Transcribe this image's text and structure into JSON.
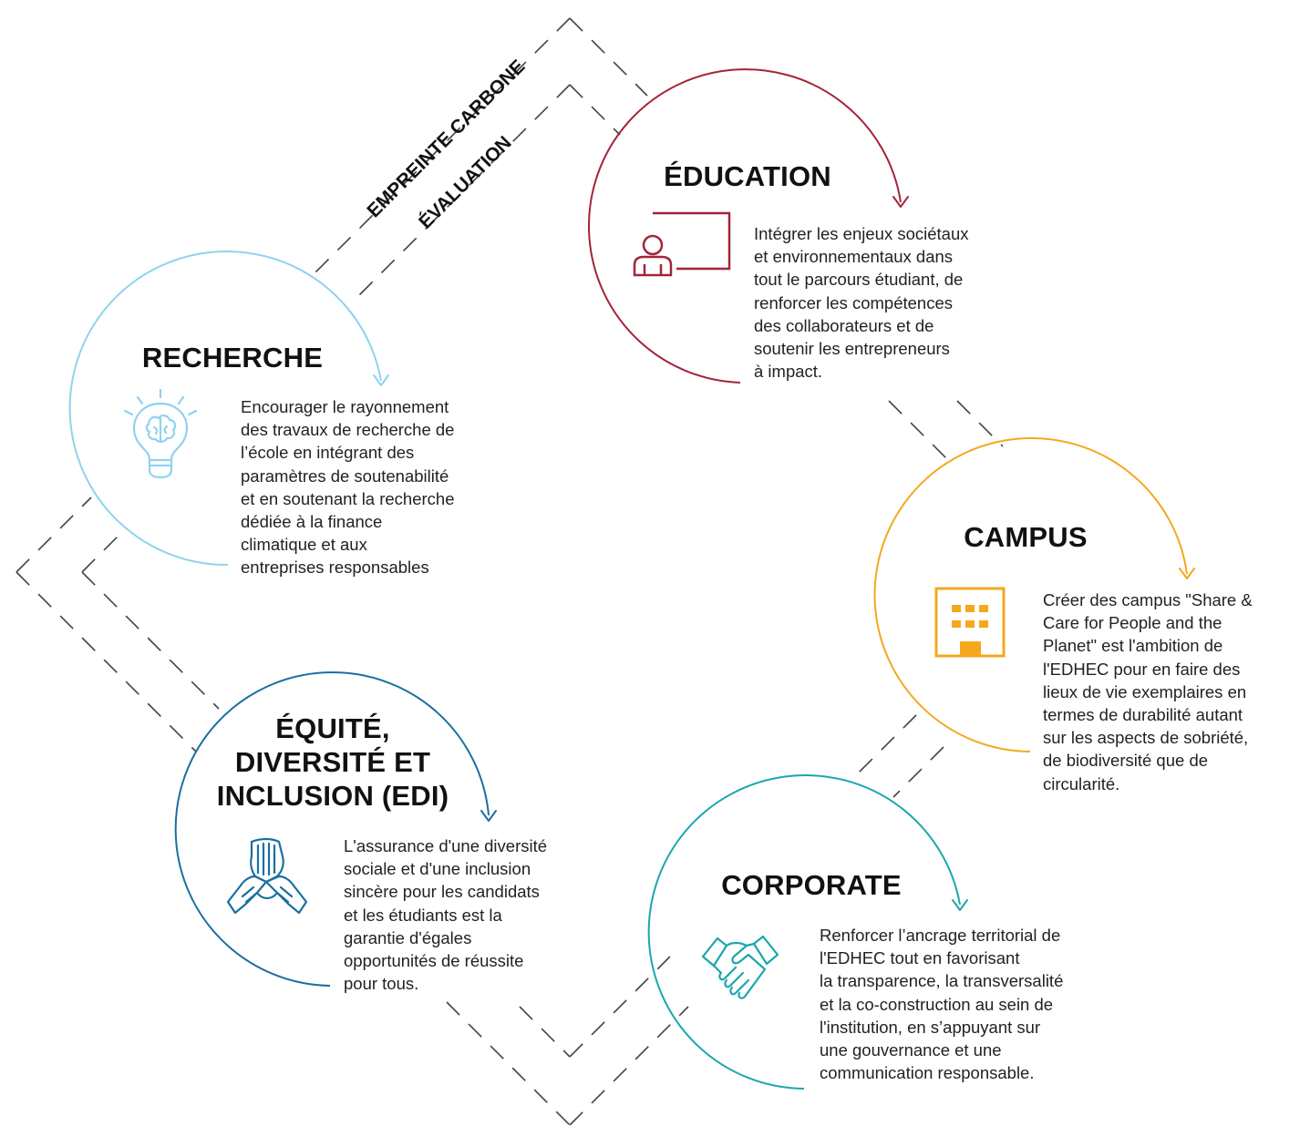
{
  "colors": {
    "education": "#a3243b",
    "recherche": "#8fd3ee",
    "campus": "#f4a81d",
    "corporate": "#1aa7ad",
    "edi": "#1a6fa0",
    "dash": "#444444"
  },
  "labels": {
    "empreinte": "EMPREINTE CARBONE",
    "evaluation": "ÉVALUATION"
  },
  "pillars": {
    "education": {
      "title": "ÉDUCATION",
      "icon": "classroom-teacher-icon",
      "lines": [
        "Intégrer les enjeux sociétaux",
        "et environnementaux dans",
        "tout le parcours étudiant, de",
        "renforcer les compétences",
        "des collaborateurs et de",
        "soutenir les entrepreneurs",
        "à impact."
      ]
    },
    "recherche": {
      "title": "RECHERCHE",
      "icon": "lightbulb-brain-icon",
      "lines": [
        "Encourager le rayonnement",
        "des travaux de recherche de",
        "l’école en intégrant des",
        "paramètres de soutenabilité",
        "et en soutenant la recherche",
        "dédiée à la finance",
        "climatique et aux",
        "entreprises responsables"
      ]
    },
    "campus": {
      "title": "CAMPUS",
      "icon": "building-icon",
      "lines": [
        "Créer des campus \"Share &",
        "Care for People and the",
        "Planet\" est l'ambition de",
        "l'EDHEC pour en faire des",
        "lieux de vie exemplaires en",
        "termes de durabilité autant",
        "sur les aspects de sobriété,",
        "de biodiversité que de",
        "circularité."
      ]
    },
    "edi": {
      "title_lines": [
        "ÉQUITÉ,",
        "DIVERSITÉ ET",
        "INCLUSION (EDI)"
      ],
      "icon": "joined-hands-icon",
      "lines": [
        "L'assurance d'une diversité",
        "sociale et d'une inclusion",
        "sincère pour les candidats",
        "et les étudiants est la",
        "garantie d'égales",
        "opportunités de réussite",
        "pour tous."
      ]
    },
    "corporate": {
      "title": "CORPORATE",
      "icon": "handshake-icon",
      "lines": [
        "Renforcer l’ancrage territorial de",
        "l'EDHEC tout en favorisant",
        "la transparence, la transversalité",
        "et la co-construction au sein de",
        "l'institution, en s’appuyant sur",
        "une gouvernance et une",
        "communication responsable."
      ]
    }
  }
}
